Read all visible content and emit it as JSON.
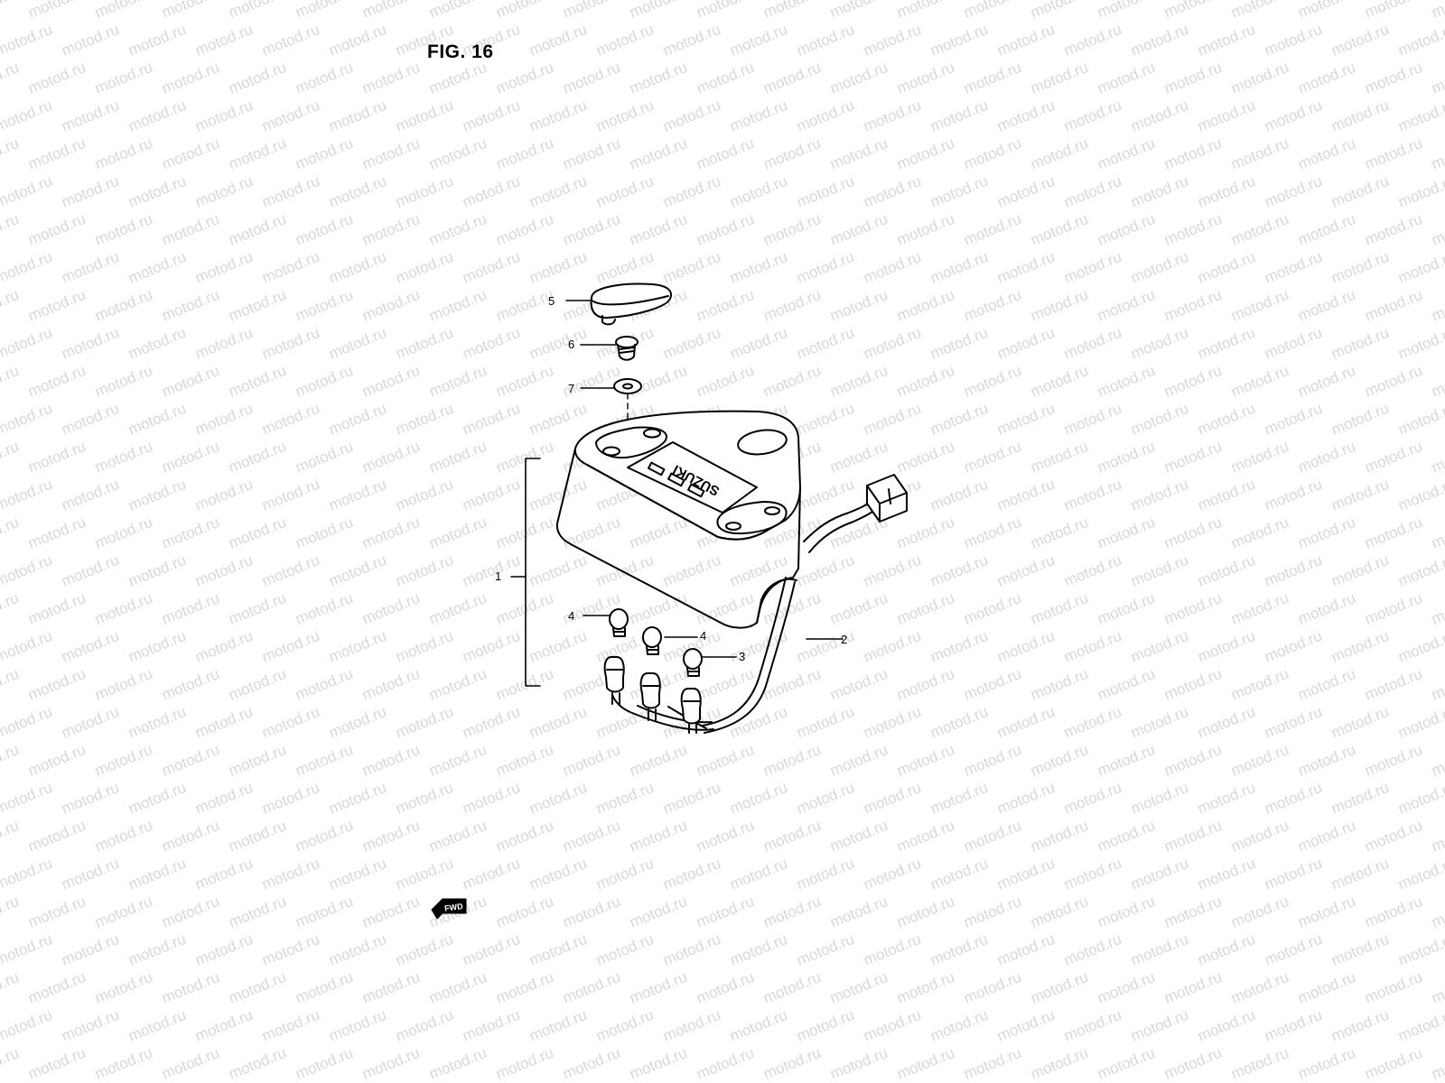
{
  "figure": {
    "title": "FIG. 16",
    "watermark_text": "motod.ru",
    "watermark_color": "#d8d8d8",
    "brand_text": "SUZUKI",
    "fwd_label": "FWD"
  },
  "callouts": [
    {
      "id": "c1",
      "label": "1"
    },
    {
      "id": "c2",
      "label": "2"
    },
    {
      "id": "c3",
      "label": "3"
    },
    {
      "id": "c4a",
      "label": "4"
    },
    {
      "id": "c4b",
      "label": "4"
    },
    {
      "id": "c5",
      "label": "5"
    },
    {
      "id": "c6",
      "label": "6"
    },
    {
      "id": "c7",
      "label": "7"
    }
  ]
}
